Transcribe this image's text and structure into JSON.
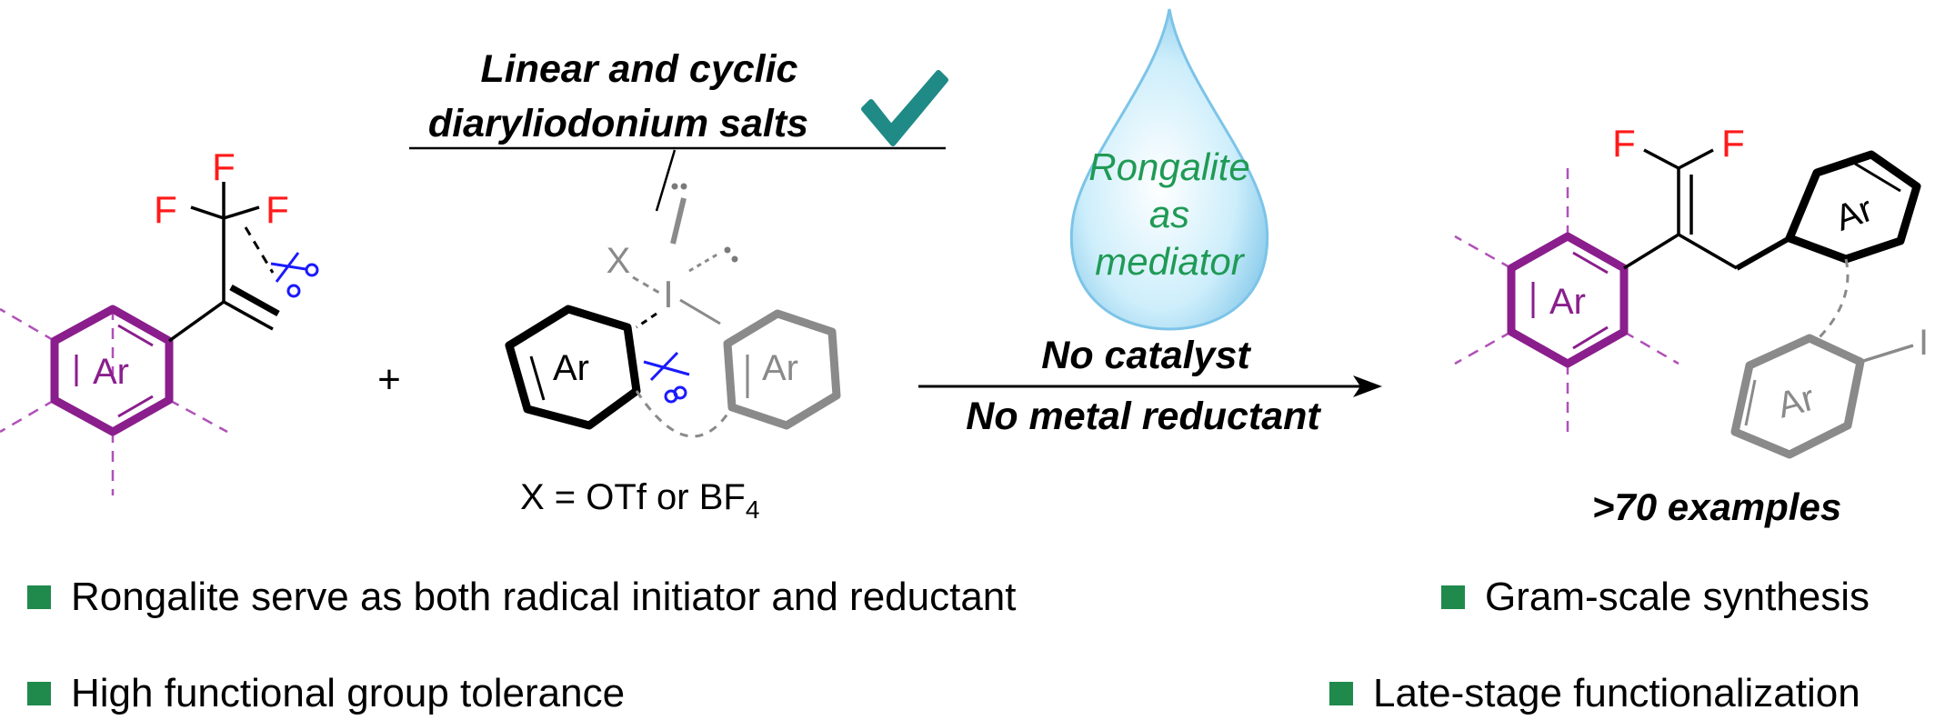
{
  "colors": {
    "purple": "#8a1e8c",
    "gray": "#8a8a8a",
    "red": "#ff1a1a",
    "blue": "#1a1aff",
    "green_text": "#1f9a55",
    "check": "#1f8a86",
    "bullet": "#1f8a4c",
    "drop_fill": "#bfe6f7",
    "drop_stroke": "#7cc4e8"
  },
  "reagent": {
    "header_line1": "Linear and cyclic",
    "header_line2": "diaryliodonium salts",
    "counterion_note_prefix": "X = OTf or BF",
    "counterion_note_subscript": "4",
    "left_ring_label": "Ar",
    "right_ring_label": "Ar",
    "x_label": "X",
    "iodine_label": "I"
  },
  "substrate": {
    "ring_label": "Ar",
    "f1": "F",
    "f2": "F",
    "f3": "F"
  },
  "plus_sign": "+",
  "drop": {
    "line1": "Rongalite",
    "line2": "as",
    "line3": "mediator"
  },
  "conditions": {
    "above_arrow": "No catalyst",
    "below_arrow": "No metal reductant"
  },
  "product": {
    "f1": "F",
    "f2": "F",
    "ring_left": "Ar",
    "ring_top": "Ar",
    "ring_bottom": "Ar",
    "iodine": "I",
    "examples": ">70 examples"
  },
  "bullets": {
    "left": [
      "Rongalite serve as both radical initiator and reductant",
      "High functional group tolerance"
    ],
    "right": [
      "Gram-scale synthesis",
      "Late-stage functionalization"
    ]
  }
}
